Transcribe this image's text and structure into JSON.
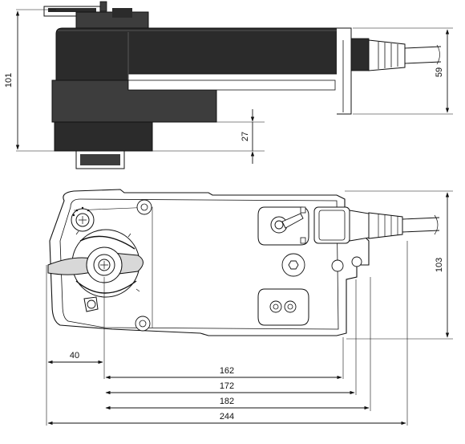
{
  "dimensions": {
    "side_height": "101",
    "cable_height": "59",
    "bottom_offset": "27",
    "plan_height": "103",
    "left_offset": "40",
    "w162": "162",
    "w172": "172",
    "w182": "182",
    "w244": "244"
  },
  "colors": {
    "ink": "#111111",
    "body_dark": "#2b2b2b",
    "body_mid": "#3d3d3d",
    "housing_fill": "#ffffff",
    "knob_grey": "#d8d8d8"
  }
}
